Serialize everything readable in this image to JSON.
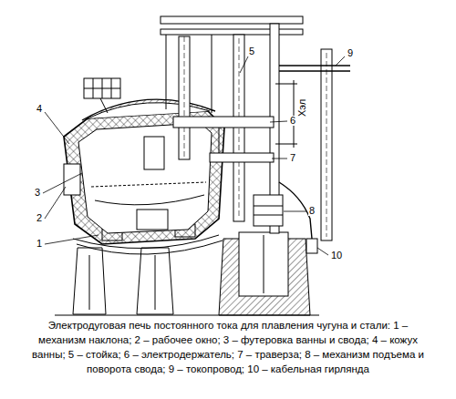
{
  "diagram": {
    "caption": "Электродуговая печь постоянного тока для плавления чугуна и стали: 1 – механизм наклона; 2 – рабочее окно; 3 – футеровка ванны и свода; 4 – кожух ванны; 5 – стойка; 6 – электродержатель; 7 – траверза; 8 – механизм подъема и поворота свода; 9 – токопровод; 10 – кабельная гирлянда",
    "labels": [
      "1",
      "2",
      "3",
      "4",
      "5",
      "6",
      "7",
      "8",
      "9",
      "10",
      "Хэл"
    ]
  }
}
